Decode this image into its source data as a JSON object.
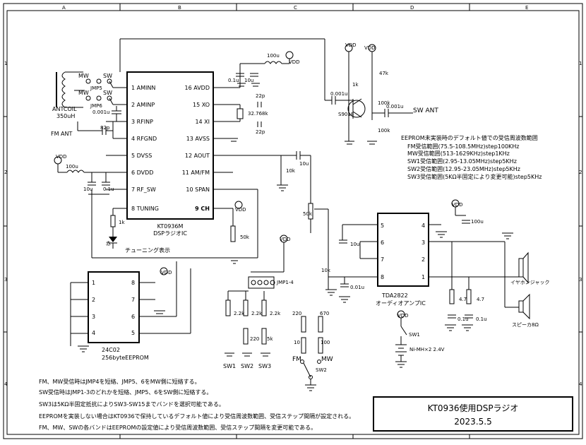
{
  "border": {
    "columns": [
      "A",
      "B",
      "C",
      "D",
      "E"
    ],
    "rows": [
      "1",
      "2",
      "3",
      "4"
    ]
  },
  "ic_main": {
    "name": "KT0936M",
    "subtitle": "DSPラジオIC",
    "left_pins": [
      "1 AMINN",
      "2 AMINP",
      "3 RFINP",
      "4 RFGND",
      "5 DVSS",
      "6 DVDD",
      "7 RF_SW",
      "8 TUNING"
    ],
    "right_pins": [
      "16 AVDD",
      "15 XO",
      "14 XI",
      "13 AVSS",
      "12 AOUT",
      "11 AM/FM",
      "10 SPAN",
      "9 CH"
    ]
  },
  "ic_eeprom": {
    "name": "24C02",
    "subtitle": "256byteEEPROM",
    "left_pins": [
      "1",
      "2",
      "3",
      "4"
    ],
    "right_pins": [
      "8",
      "7",
      "6",
      "5"
    ]
  },
  "ic_amp": {
    "name": "TDA2822",
    "subtitle": "オーディオアンプIC",
    "left_pins": [
      "5",
      "6",
      "7",
      "8"
    ],
    "right_pins": [
      "4",
      "3",
      "2",
      "1"
    ]
  },
  "labels": {
    "mw1": "MW",
    "sw1": "SW",
    "jmp5": "JMP5",
    "mw2": "MW",
    "sw2": "SW",
    "jmp6": "JMP6",
    "antcoil": "ANTCOIL",
    "coil_value": "350uH",
    "fm_ant": "FM ANT",
    "sw_ant": "SW ANT",
    "transistor": "S9018",
    "tuning_display": "チューニング表示",
    "akane": "赤",
    "jmp": "JMP1-4",
    "earphone": "イヤホンジャック",
    "speaker": "スピーカ8Ω",
    "battery": "Ni-MH×2 2.4V",
    "fm_sel": "FM",
    "mw_sel": "MW",
    "sw1_sw": "SW1",
    "sw2_sw": "SW2",
    "sw3_sw": "SW3",
    "switch_sw1": "SW1",
    "switch_sw2": "SW2",
    "vdd": "VDD"
  },
  "values": {
    "c_100u_top": "100u",
    "c_01u_a": "0.1u",
    "c_10u_a": "10u",
    "c_22p_a": "22p",
    "crystal": "32.768k",
    "c_22p_b": "22p",
    "c_0001u_a": "0.001u",
    "c_82p": "82p",
    "l_100u_left": "100u",
    "c_10u_b": "10u",
    "c_01u_b": "0.1u",
    "r_1k_led": "1k",
    "r_10k_aout": "10k",
    "c_10u_aout": "10u",
    "r_50k_span": "50k",
    "r_50k_vol": "50k",
    "r_10k_vol": "10k",
    "c_10u_amp": "10u",
    "c_001u_amp": "0.01u",
    "c_100u_amp": "100u",
    "r_47": "4.7",
    "r_47b": "4.7",
    "c_01u_o1": "0.1u",
    "c_01u_o2": "0.1u",
    "r_47k": "47k",
    "r_1k_tr": "1k",
    "r_100k_a": "100k",
    "r_100k_b": "100k",
    "c_0001u_tr": "0.001u",
    "c_0001u_out": "0.001u",
    "r_22k_a": "2.2k",
    "r_22k_b": "2.2k",
    "r_22k_c": "2.2k",
    "r_220": "220",
    "r_5k": "5k",
    "r_220b": "220",
    "r_670": "670",
    "r_10": "10",
    "r_100": "100"
  },
  "freq_notes": [
    "EEPROM未実装時のデフォルト値での受信周波数範囲",
    "FM受信範囲(75.5-108.5MHz)step100KHz",
    "MW受信範囲(513-1629KHz)step1KHz",
    "SW1受信範囲(2.95-13.05MHz)step5KHz",
    "SW2受信範囲(12.95-23.05MHz)step5KHz",
    "SW3受信範囲(5KΩ半固定により変更可能)step5KHz"
  ],
  "bottom_notes": [
    "FM、MW受信時はJMP4を短絡、JMP5、6をMW側に短絡する。",
    "SW受信時はJMP1-3のどれかを短絡、JMP5、6をSW側に短絡する。",
    "SW3は5KΩ半固定抵抗によりSW3-SW15までバンドを選択可能である。",
    "EEPROMを実装しない場合はKT0936で保持しているデフォルト値により受信周波数範囲、受信ステップ間隔が設定される。",
    "FM、MW、SWの各バンドはEEPROMの設定値により受信周波数範囲、受信ステップ間隔を変更可能である。"
  ],
  "title_block": {
    "title": "KT0936使用DSPラジオ",
    "date": "2023.5.5"
  }
}
